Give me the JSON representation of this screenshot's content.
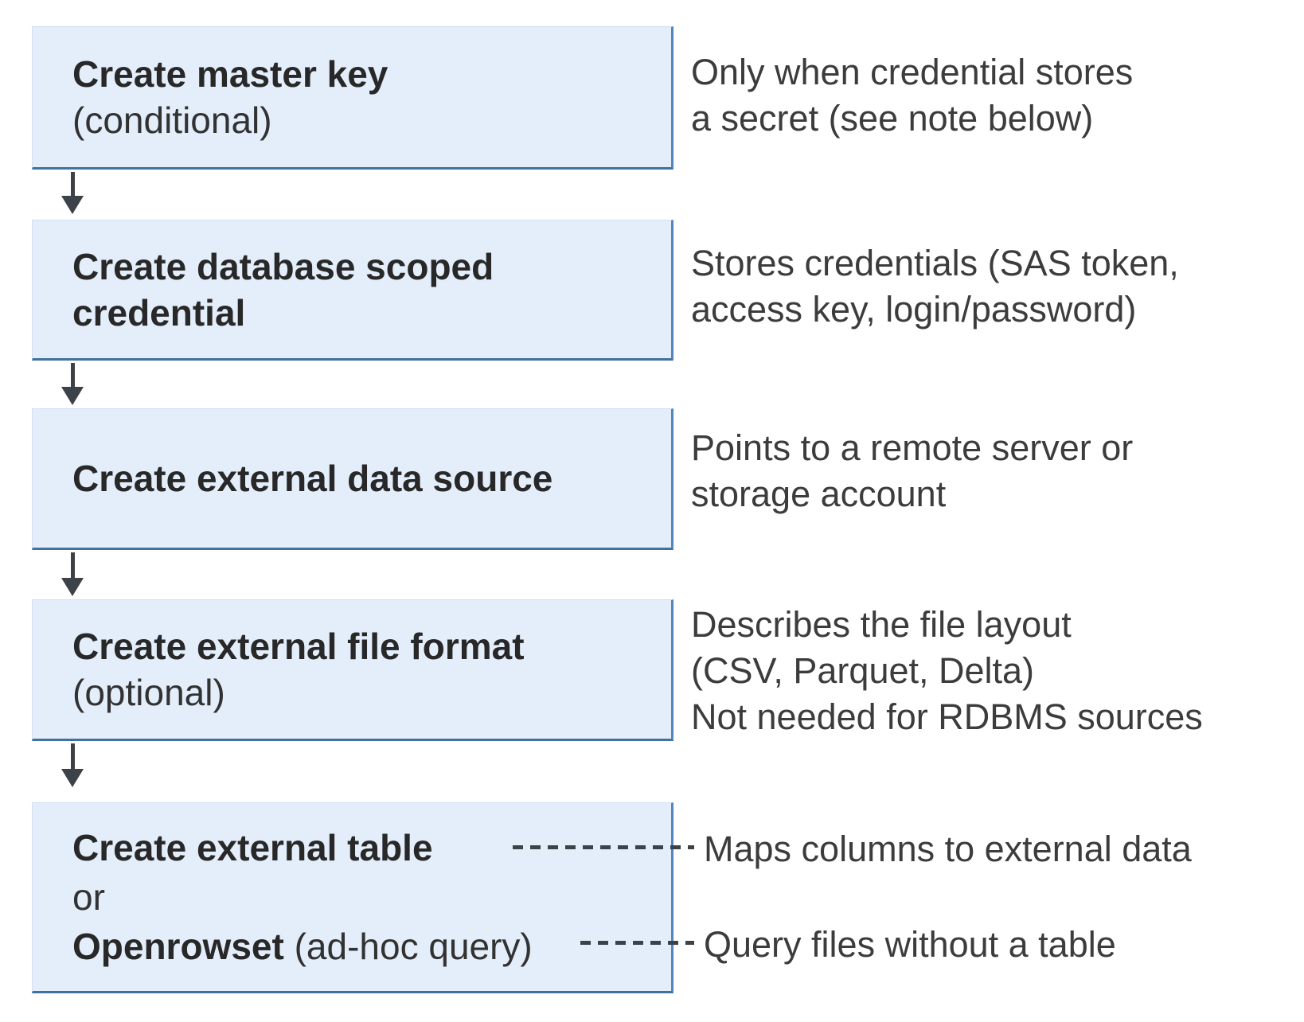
{
  "colors": {
    "box_fill": "#e4eefb",
    "box_border_blue": "#41719c",
    "arrow_gray": "#3d4148",
    "title_text": "#282828",
    "note_text": "#3c3c3c"
  },
  "steps": [
    {
      "title": "Create master key",
      "subtitle": "(conditional)",
      "note": "Only when credential stores\na secret (see note below)"
    },
    {
      "title": "Create database scoped\ncredential",
      "note": "Stores credentials (SAS token,\naccess key, login/password)"
    },
    {
      "title": "Create external data source",
      "note": "Points to a remote server or\nstorage account"
    },
    {
      "title": "Create external file format",
      "subtitle": "(optional)",
      "note": "Describes the file layout\n(CSV, Parquet, Delta)\nNot needed for RDBMS sources"
    },
    {
      "title": "Create external table",
      "alt_conjunction": "or",
      "alt_title": "Openrowset",
      "alt_subtitle": "(ad-hoc query)",
      "note_table": "Maps columns to external data",
      "note_openrowset": "Query files without a table"
    }
  ]
}
